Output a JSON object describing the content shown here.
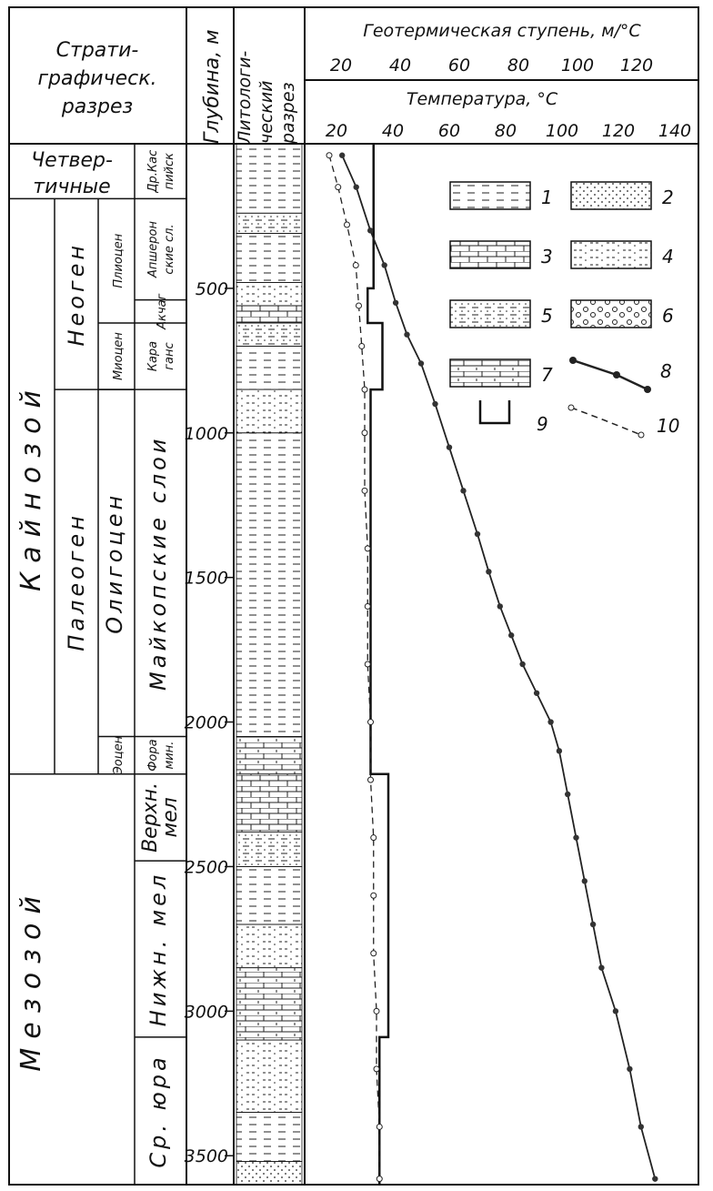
{
  "headers": {
    "strat_section": [
      "Страти-",
      "графическ.",
      "разрез"
    ],
    "depth_label": "Глубина, м",
    "litho_section": [
      "Литологи-",
      "ческий",
      "разрез"
    ],
    "geothermal_axis_title": "Геотермическая ступень, м/°С",
    "temperature_axis_title": "Температура, °С"
  },
  "stratigraphy": {
    "eras": [
      {
        "name": "Кайнозой",
        "from": 0,
        "to": 2180
      },
      {
        "name": "Мезозой",
        "from": 2180,
        "to": 3600
      }
    ],
    "quaternary": {
      "name_line1": "Четвер-",
      "name_line2": "тичные",
      "from": 0,
      "to": 190
    },
    "systems": [
      {
        "name": "Неоген",
        "from": 190,
        "to": 850
      },
      {
        "name": "Палеоген",
        "from": 850,
        "to": 2180
      }
    ],
    "series": [
      {
        "name": "Плиоцен",
        "from": 190,
        "to": 620
      },
      {
        "name": "Миоцен",
        "from": 620,
        "to": 850
      },
      {
        "name": "Олигоцен",
        "from": 850,
        "to": 2050
      },
      {
        "name": "Эоцен",
        "from": 2050,
        "to": 2180
      }
    ],
    "stages": [
      {
        "name_line1": "Др.Кас",
        "name_line2": "пийск",
        "from": 0,
        "to": 190
      },
      {
        "name_line1": "Апшерон",
        "name_line2": "ские сл.",
        "from": 190,
        "to": 540
      },
      {
        "name_line1": "Акчаг",
        "name_line2": "",
        "from": 540,
        "to": 620
      },
      {
        "name_line1": "Кара",
        "name_line2": "ганс",
        "from": 620,
        "to": 850
      },
      {
        "name_line1": "Майкопские слои",
        "name_line2": "",
        "from": 850,
        "to": 2050
      },
      {
        "name_line1": "Фора",
        "name_line2": "мин.",
        "from": 2050,
        "to": 2180
      }
    ],
    "mesozoic_units": [
      {
        "name_line1": "Верхн.",
        "name_line2": "мел",
        "from": 2180,
        "to": 2480
      },
      {
        "name_line1": "Нижн. мел",
        "name_line2": "",
        "from": 2480,
        "to": 3090
      },
      {
        "name_line1": "Ср. юра",
        "name_line2": "",
        "from": 3090,
        "to": 3600
      }
    ]
  },
  "legend": [
    {
      "id": "1",
      "kind": "clay"
    },
    {
      "id": "2",
      "kind": "sand"
    },
    {
      "id": "3",
      "kind": "limestone"
    },
    {
      "id": "4",
      "kind": "siltstone"
    },
    {
      "id": "5",
      "kind": "sandy-clay"
    },
    {
      "id": "6",
      "kind": "conglomerate"
    },
    {
      "id": "7",
      "kind": "marl"
    },
    {
      "id": "8",
      "kind": "temperature-curve"
    },
    {
      "id": "9",
      "kind": "geothermal-step-line"
    },
    {
      "id": "10",
      "kind": "geothermal-gradient-curve"
    }
  ],
  "chart_data": {
    "type": "line",
    "depth_axis": {
      "label": "Глубина, м",
      "ticks": [
        500,
        1000,
        1500,
        2000,
        2500,
        3000,
        3500
      ],
      "range": [
        0,
        3600
      ]
    },
    "temperature_axis": {
      "label": "Температура, °С",
      "ticks": [
        20,
        40,
        60,
        80,
        100,
        120,
        140
      ]
    },
    "geothermal_axis": {
      "label": "Геотермическая ступень, м/°С",
      "ticks": [
        20,
        40,
        60,
        80,
        100,
        120
      ]
    },
    "temperature_curve": {
      "id": "8",
      "depth": [
        40,
        150,
        300,
        420,
        550,
        660,
        760,
        900,
        1050,
        1200,
        1350,
        1480,
        1600,
        1700,
        1800,
        1900,
        2000,
        2100,
        2250,
        2400,
        2550,
        2700,
        2850,
        3000,
        3200,
        3400,
        3580
      ],
      "temperature": [
        22,
        27,
        32,
        37,
        41,
        45,
        50,
        55,
        60,
        65,
        70,
        74,
        78,
        82,
        86,
        91,
        96,
        99,
        102,
        105,
        108,
        111,
        114,
        119,
        124,
        128,
        133
      ]
    },
    "geothermal_step": {
      "id": "9",
      "depth_from": [
        0,
        500,
        620,
        850,
        2180,
        3090
      ],
      "depth_to": [
        500,
        620,
        850,
        2180,
        3090,
        3600
      ],
      "value": [
        31,
        29,
        34,
        30,
        36,
        33
      ]
    },
    "gradient_curve": {
      "id": "10",
      "depth": [
        40,
        150,
        280,
        420,
        560,
        700,
        850,
        1000,
        1200,
        1400,
        1600,
        1800,
        2000,
        2200,
        2400,
        2600,
        2800,
        3000,
        3200,
        3400,
        3580
      ],
      "value": [
        16,
        19,
        22,
        25,
        26,
        27,
        28,
        28,
        28,
        29,
        29,
        29,
        30,
        30,
        31,
        31,
        31,
        32,
        32,
        33,
        33
      ]
    }
  }
}
